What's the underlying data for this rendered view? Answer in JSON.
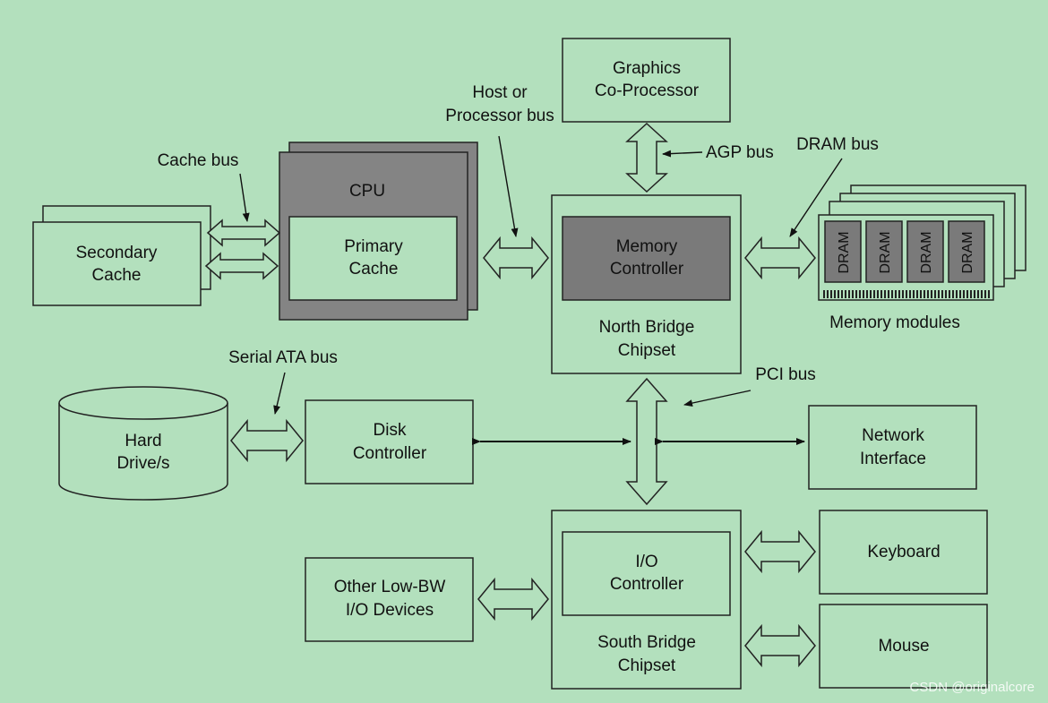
{
  "boxes": {
    "graphics": [
      "Graphics",
      "Co-Processor"
    ],
    "cpu": "CPU",
    "primary_cache": [
      "Primary",
      "Cache"
    ],
    "secondary_cache": [
      "Secondary",
      "Cache"
    ],
    "memory_controller": [
      "Memory",
      "Controller"
    ],
    "north_bridge": [
      "North Bridge",
      "Chipset"
    ],
    "dram_module": "DRAM",
    "memory_modules": "Memory modules",
    "hard_drive": [
      "Hard",
      "Drive/s"
    ],
    "disk_controller": [
      "Disk",
      "Controller"
    ],
    "network_interface": [
      "Network",
      "Interface"
    ],
    "io_controller": [
      "I/O",
      "Controller"
    ],
    "south_bridge": [
      "South Bridge",
      "Chipset"
    ],
    "other_devices": [
      "Other Low-BW",
      "I/O Devices"
    ],
    "keyboard": "Keyboard",
    "mouse": "Mouse"
  },
  "buses": {
    "cache_bus": "Cache bus",
    "host_bus": [
      "Host or",
      "Processor bus"
    ],
    "agp_bus": "AGP bus",
    "dram_bus": "DRAM bus",
    "sata_bus": "Serial ATA bus",
    "pci_bus": "PCI bus"
  },
  "watermark": "CSDN @originalcore",
  "colors": {
    "background": "#b3e0bd",
    "dark_box": "#848484",
    "line": "#222222"
  }
}
